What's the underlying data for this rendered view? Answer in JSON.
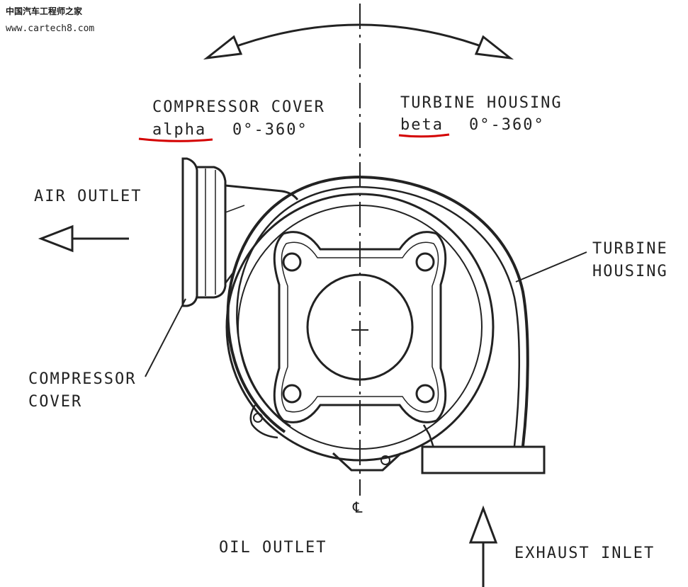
{
  "watermark": {
    "site_name": "中国汽车工程师之家",
    "url": "www.cartech8.com"
  },
  "angles": {
    "compressor": {
      "title": "COMPRESSOR COVER",
      "symbol": "alpha",
      "range": "0°-360°"
    },
    "turbine": {
      "title": "TURBINE HOUSING",
      "symbol": "beta",
      "range": "0°-360°"
    }
  },
  "labels": {
    "air_outlet": "AIR OUTLET",
    "turbine_housing_line1": "TURBINE",
    "turbine_housing_line2": "HOUSING",
    "compressor_cover_line1": "COMPRESSOR",
    "compressor_cover_line2": "COVER",
    "oil_outlet": "OIL OUTLET",
    "exhaust_inlet": "EXHAUST INLET",
    "centerline": "℄"
  },
  "colors": {
    "ink": "#222222",
    "underline": "#d40000",
    "background": "#ffffff"
  }
}
